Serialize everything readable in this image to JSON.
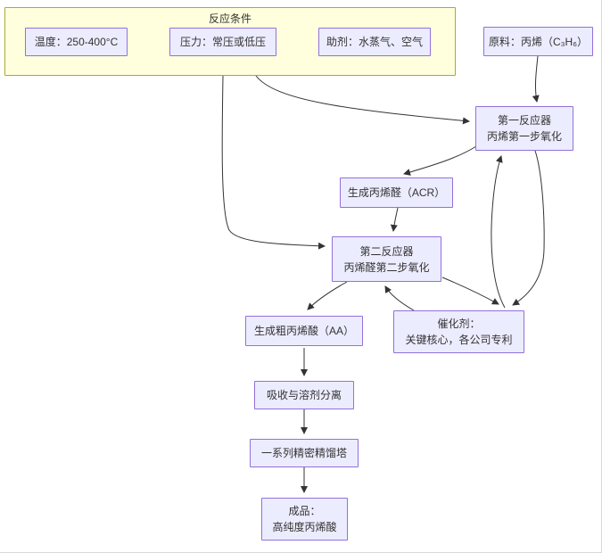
{
  "diagram": {
    "subgraph": {
      "title": "反应条件"
    },
    "nodes": {
      "temperature": {
        "label": "温度：250-400°C"
      },
      "pressure": {
        "label": "压力：常压或低压"
      },
      "auxiliary": {
        "label": "助剂：水蒸气、空气"
      },
      "feedstock": {
        "label": "原料：丙烯（C₃H₆）"
      },
      "reactor1": {
        "line1": "第一反应器",
        "line2": "丙烯第一步氧化"
      },
      "acrolein": {
        "label": "生成丙烯醛（ACR）"
      },
      "reactor2": {
        "line1": "第二反应器",
        "line2": "丙烯醛第二步氧化"
      },
      "catalyst": {
        "line1": "催化剂：",
        "line2": "关键核心，各公司专利"
      },
      "crude_aa": {
        "label": "生成粗丙烯酸（AA）"
      },
      "absorption": {
        "label": "吸收与溶剂分离"
      },
      "distillation": {
        "label": "一系列精密精馏塔"
      },
      "product": {
        "line1": "成品：",
        "line2": "高纯度丙烯酸"
      }
    },
    "colors": {
      "node_fill": "#ECECFF",
      "node_border": "#9370DB",
      "subgraph_fill": "#FFFFDE",
      "subgraph_border": "#AAAA33",
      "edge": "#333333",
      "text": "#333333"
    }
  }
}
